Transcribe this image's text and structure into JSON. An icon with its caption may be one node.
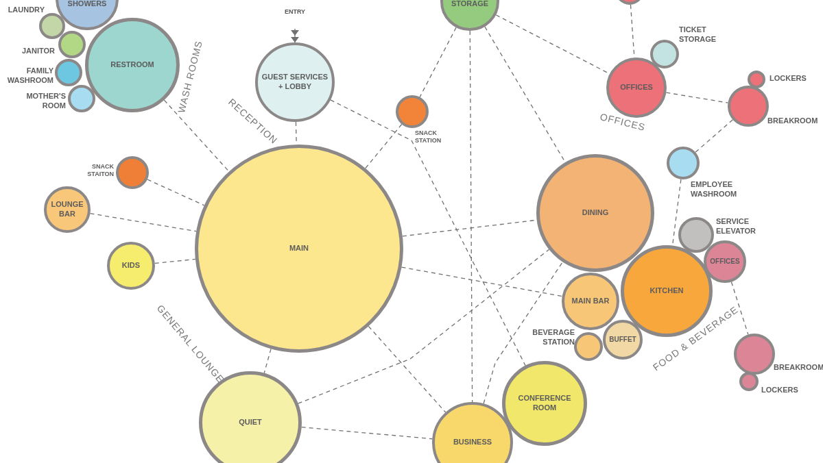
{
  "diagram": {
    "nodes": [
      {
        "text": [
          "SHOWERS"
        ]
      },
      {
        "text": [
          "LAUNDRY"
        ]
      },
      {
        "text": [
          "JANITOR"
        ]
      },
      {
        "text": [
          "FAMILY WASHROOM"
        ]
      },
      {
        "text": [
          "MOTHER'S ROOM"
        ]
      },
      {
        "text": [
          "RESTROOM"
        ],
        "beside": [
          "WASH ROOMS"
        ]
      },
      {
        "text": [
          "GUEST SERVICES + LOBBY"
        ],
        "beside": [
          "RECEPTION"
        ]
      },
      {
        "text": [
          "ENTRY"
        ]
      },
      {
        "text": [
          "STORAGE"
        ]
      },
      {
        "text": [],
        "shape": "circle"
      },
      {
        "text": [
          "SNACK STATION"
        ]
      },
      {
        "text": [
          "OFFICES"
        ],
        "beside": [
          "OFFICES"
        ]
      },
      {
        "text": [
          "TICKET STORAGE"
        ]
      },
      {
        "text": [
          "LOCKERS"
        ]
      },
      {
        "text": [
          "BREAKROOM"
        ]
      },
      {
        "text": [
          "EMPLOYEE WASHROOM"
        ]
      },
      {
        "text": [
          "SNACK STAITON"
        ]
      },
      {
        "text": [
          "LOUNGE BAR"
        ]
      },
      {
        "text": [
          "KIDS"
        ]
      },
      {
        "text": [
          "MAIN"
        ],
        "beside": [
          "GENERAL LOUNGE"
        ]
      },
      {
        "text": [
          "DINING"
        ]
      },
      {
        "text": [
          "SERVICE ELEVATOR"
        ]
      },
      {
        "text": [
          "OFFICES"
        ]
      },
      {
        "text": [
          "KITCHEN"
        ],
        "beside": [
          "FOOD & BEVERAGE"
        ]
      },
      {
        "text": [
          "MAIN BAR"
        ]
      },
      {
        "text": [
          "BEVERAGE STATION"
        ]
      },
      {
        "text": [
          "BUFFET"
        ]
      },
      {
        "text": [
          "BREAKROOM"
        ]
      },
      {
        "text": [
          "LOCKERS"
        ]
      },
      {
        "text": [
          "QUIET"
        ]
      },
      {
        "text": [
          "BUSINESS"
        ]
      },
      {
        "text": [
          "CONFERENCE ROOM"
        ]
      }
    ],
    "edges": [
      {
        "from": 5,
        "to": 19,
        "arrow": "none",
        "style": "dashed"
      },
      {
        "from": 6,
        "to": 19,
        "arrow": "none",
        "style": "dashed"
      },
      {
        "from": 7,
        "to": 6,
        "arrow": "to"
      },
      {
        "from": 6,
        "to": 31,
        "arrow": "none",
        "style": "dashed"
      },
      {
        "from": 10,
        "to": 19,
        "arrow": "none",
        "style": "dashed"
      },
      {
        "from": 8,
        "to": 10,
        "arrow": "none",
        "style": "dashed"
      },
      {
        "from": 8,
        "to": 30,
        "arrow": "none",
        "style": "dashed"
      },
      {
        "from": 8,
        "to": 20,
        "arrow": "none",
        "style": "dashed"
      },
      {
        "from": 8,
        "to": 11,
        "arrow": "none",
        "style": "dashed"
      },
      {
        "from": 9,
        "to": 11,
        "arrow": "none",
        "style": "dashed"
      },
      {
        "from": 11,
        "to": 14,
        "arrow": "none",
        "style": "dashed"
      },
      {
        "from": 14,
        "to": 15,
        "arrow": "none",
        "style": "dashed"
      },
      {
        "from": 15,
        "to": 23,
        "arrow": "none",
        "style": "dashed"
      },
      {
        "from": 22,
        "to": 27,
        "arrow": "none",
        "style": "dashed"
      },
      {
        "from": 16,
        "to": 19,
        "arrow": "none",
        "style": "dashed"
      },
      {
        "from": 17,
        "to": 19,
        "arrow": "none",
        "style": "dashed"
      },
      {
        "from": 18,
        "to": 19,
        "arrow": "none",
        "style": "dashed"
      },
      {
        "from": 19,
        "to": 20,
        "arrow": "none",
        "style": "dashed"
      },
      {
        "from": 19,
        "to": 24,
        "arrow": "none",
        "style": "dashed"
      },
      {
        "from": 19,
        "to": 29,
        "arrow": "none",
        "style": "dashed"
      },
      {
        "from": 19,
        "to": 30,
        "arrow": "none",
        "style": "dashed"
      },
      {
        "from": 29,
        "to": 20,
        "arrow": "none",
        "style": "dashed"
      },
      {
        "from": 29,
        "to": 30,
        "arrow": "none",
        "style": "dashed"
      },
      {
        "from": 30,
        "to": 20,
        "arrow": "none",
        "style": "dashed"
      }
    ]
  }
}
